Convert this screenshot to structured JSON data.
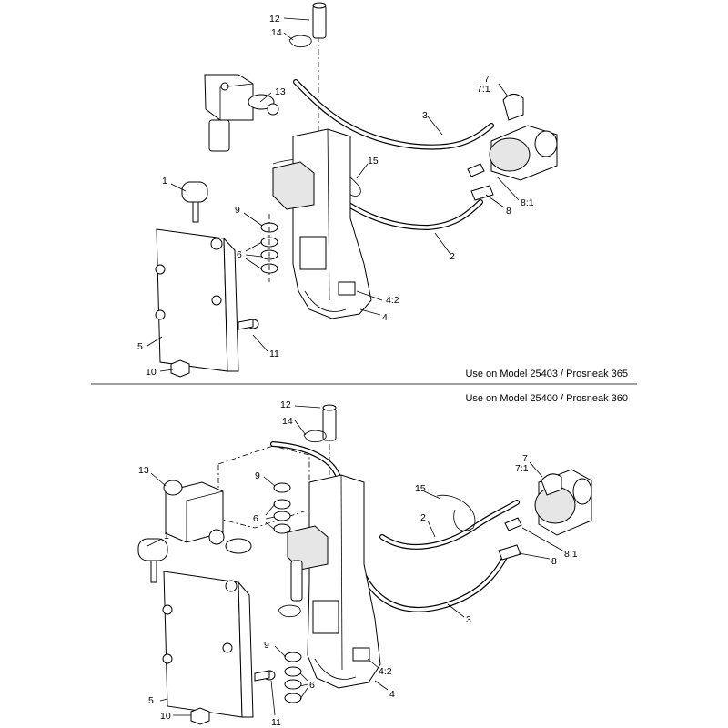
{
  "sections": [
    {
      "caption": "Use on Model 25403 / Prosneak 365",
      "callouts": [
        "12",
        "14",
        "13",
        "7",
        "7:1",
        "3",
        "15",
        "1",
        "9",
        "8",
        "8:1",
        "6",
        "2",
        "4:2",
        "4",
        "5",
        "11",
        "10"
      ]
    },
    {
      "caption": "Use on Model 25400 / Prosneak 360",
      "callouts": [
        "12",
        "14",
        "7",
        "7:1",
        "13",
        "9",
        "15",
        "2",
        "1",
        "6",
        "8:1",
        "8",
        "3",
        "9",
        "6",
        "4:2",
        "4",
        "5",
        "11",
        "10"
      ]
    }
  ]
}
